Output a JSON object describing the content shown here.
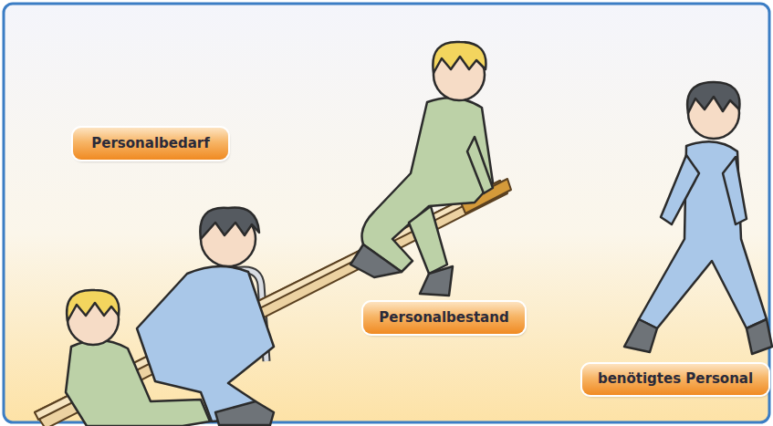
{
  "diagram": {
    "nodes": [
      {
        "text": [
          "Personalbedarf"
        ]
      },
      {
        "text": [
          "Personalbestand"
        ]
      },
      {
        "text": [
          "benötigtes Personal"
        ]
      }
    ]
  }
}
